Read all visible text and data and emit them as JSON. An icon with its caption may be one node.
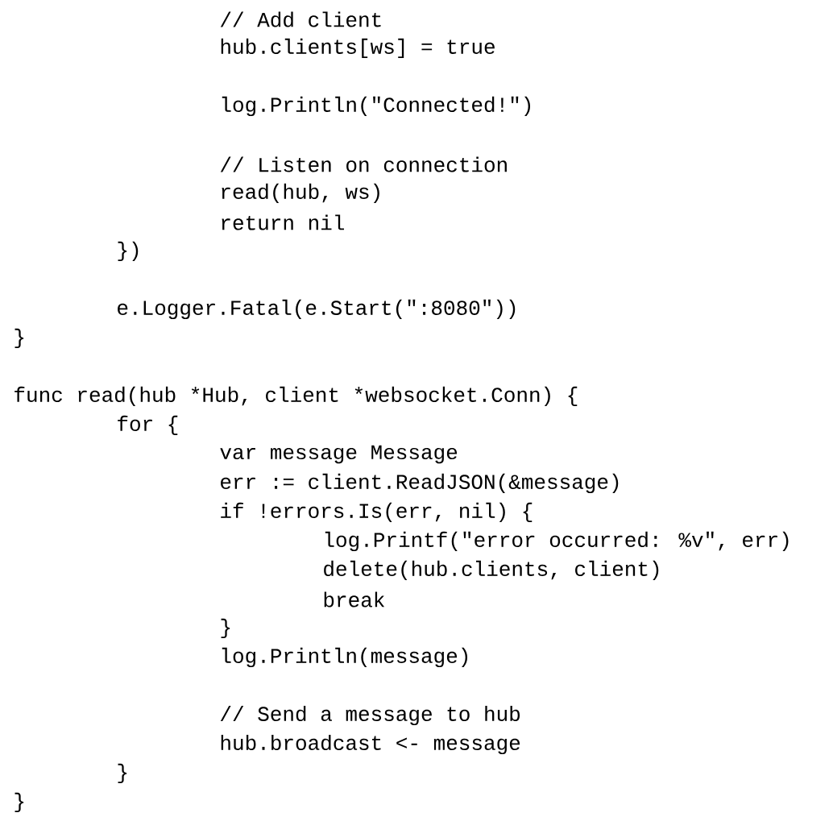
{
  "diagram": {
    "labels": [
      "// Add client",
      "hub.clients[ws] = true",
      "log.Println(\"Connected!\")",
      "// Listen on connection",
      "read(hub, ws)",
      "return nil",
      "})",
      "e.Logger.Fatal(e.Start(\":8080\"))",
      "}",
      "func read(hub *Hub, client *websocket.Conn) {",
      "for {",
      "var message Message",
      "err := client.ReadJSON(&message)",
      "if !errors.Is(err, nil) {",
      "log.Printf(\"error occurred: %v\", err)",
      "delete(hub.clients, client)",
      "break",
      "}",
      "log.Println(message)",
      "// Send a message to hub",
      "hub.broadcast <- message",
      "}",
      "}"
    ]
  }
}
